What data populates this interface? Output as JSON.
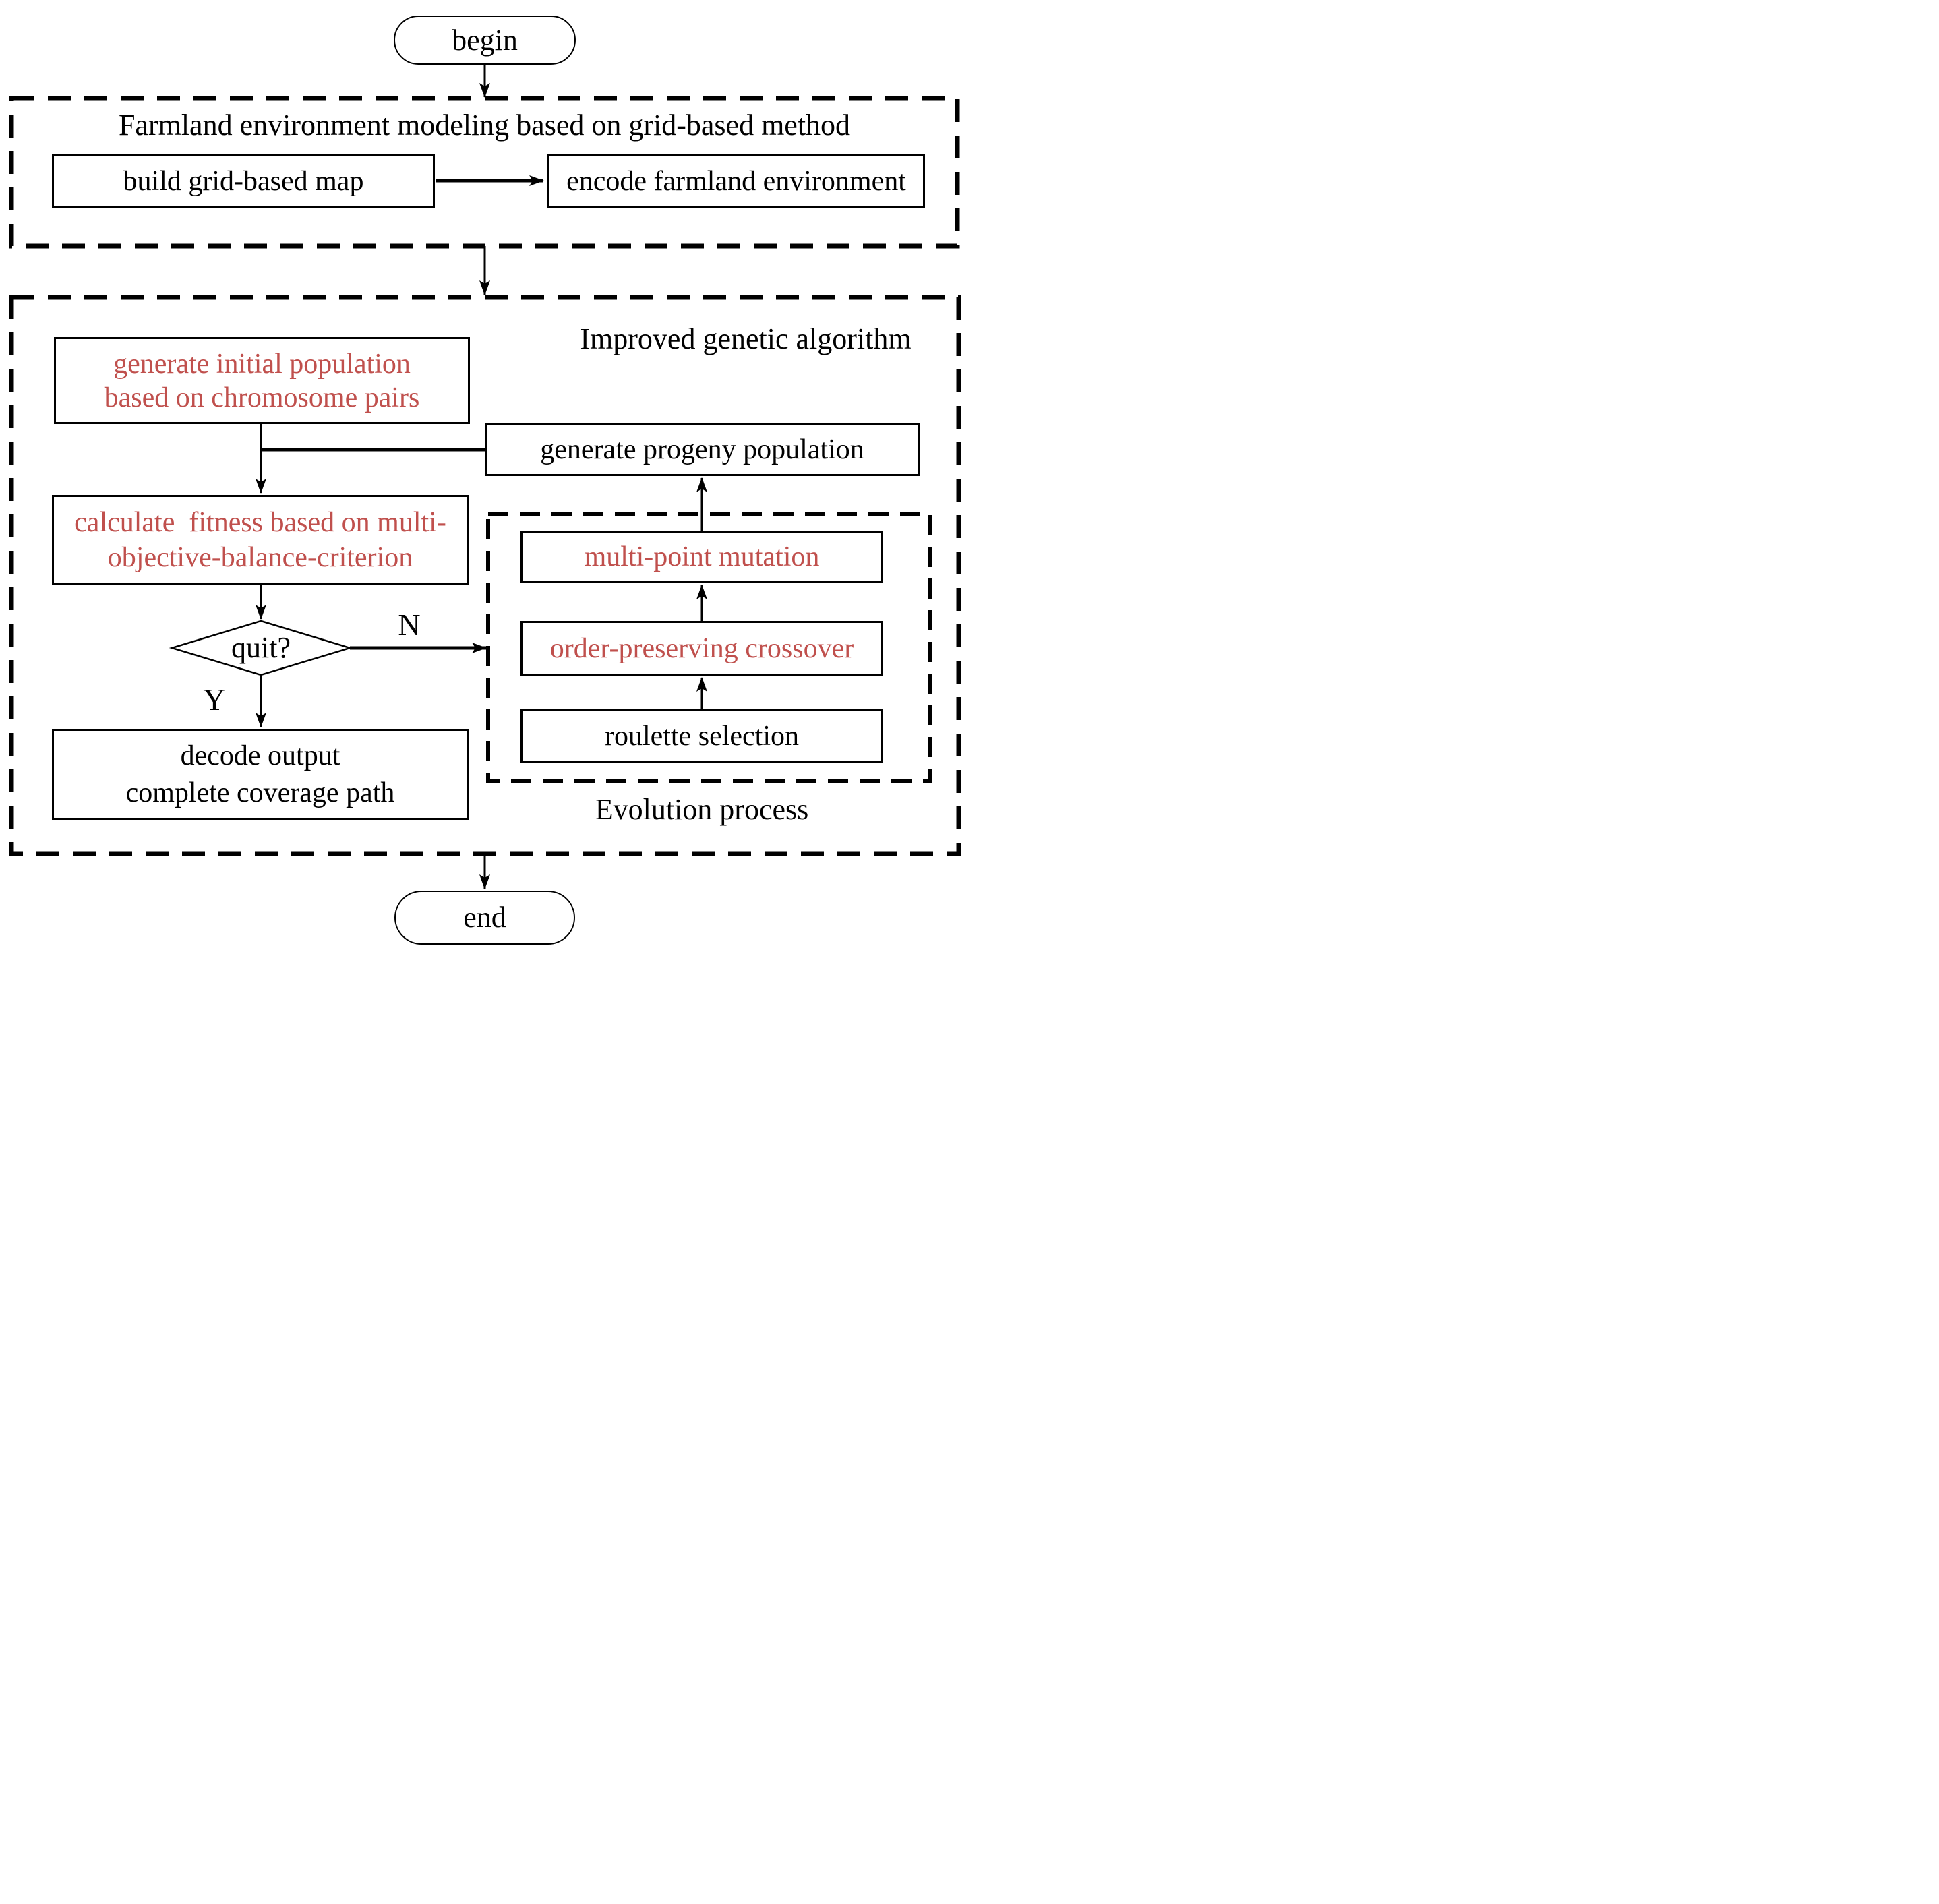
{
  "flowchart": {
    "terminals": {
      "begin": "begin",
      "end": "end"
    },
    "sections": {
      "modeling": {
        "title": "Farmland environment modeling based on grid-based method"
      },
      "genetic_algorithm": {
        "title": "Improved genetic algorithm"
      },
      "evolution": {
        "title": "Evolution process"
      }
    },
    "nodes": {
      "build_map": "build grid-based map",
      "encode_env": "encode farmland environment",
      "generate_initial": {
        "line1": "generate initial population",
        "line2": "based on chromosome pairs"
      },
      "generate_progeny": "generate progeny population",
      "calc_fitness": {
        "line1": "calculate  fitness based on multi-",
        "line2": "objective-balance-criterion"
      },
      "quit_decision": "quit?",
      "decode_output": {
        "line1": "decode output",
        "line2": "complete coverage path"
      },
      "mutation": "multi-point mutation",
      "crossover": "order-preserving crossover",
      "roulette": "roulette selection"
    },
    "branch_labels": {
      "yes": "Y",
      "no": "N"
    },
    "colors": {
      "emphasis_text": "#c0504d",
      "text": "#000000",
      "line": "#000000",
      "background": "#ffffff"
    }
  }
}
